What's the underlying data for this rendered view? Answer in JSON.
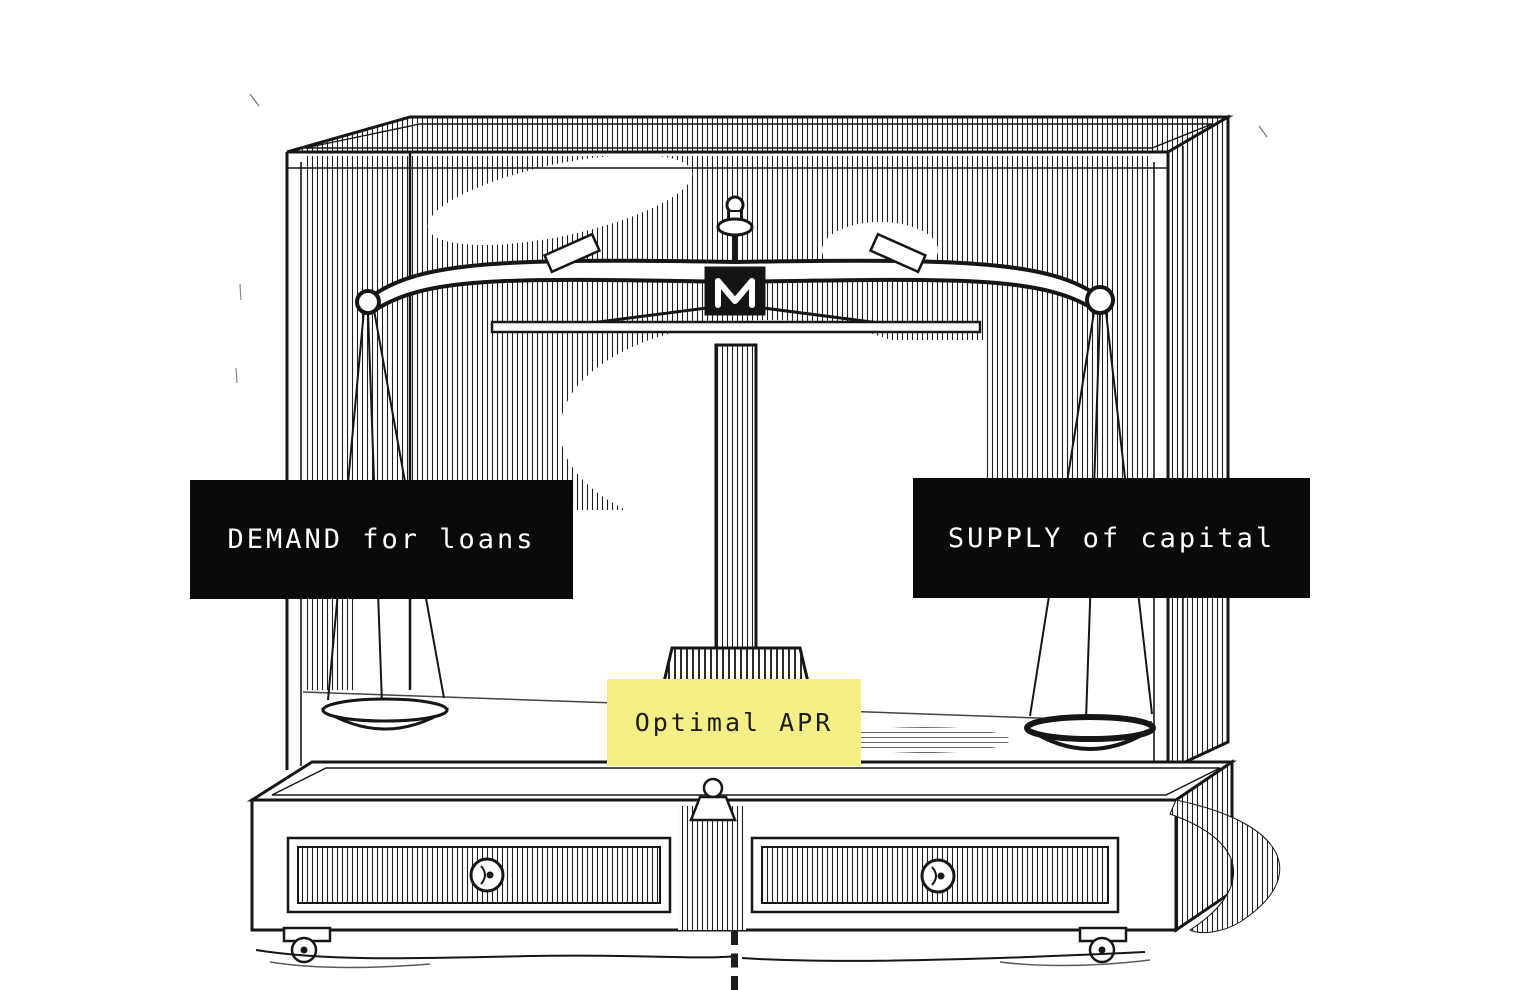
{
  "labels": {
    "demand": "DEMAND for loans",
    "supply": "SUPPLY of capital",
    "apr": "Optimal APR"
  },
  "colors": {
    "ink": "#161616",
    "paper": "#ffffff",
    "label_bg": "#0a0a0a",
    "label_fg": "#ffffff",
    "apr_bg": "#f3ee85",
    "apr_fg": "#1c1c1c"
  },
  "icons": {
    "illustration": "balance-scale-engraving"
  }
}
